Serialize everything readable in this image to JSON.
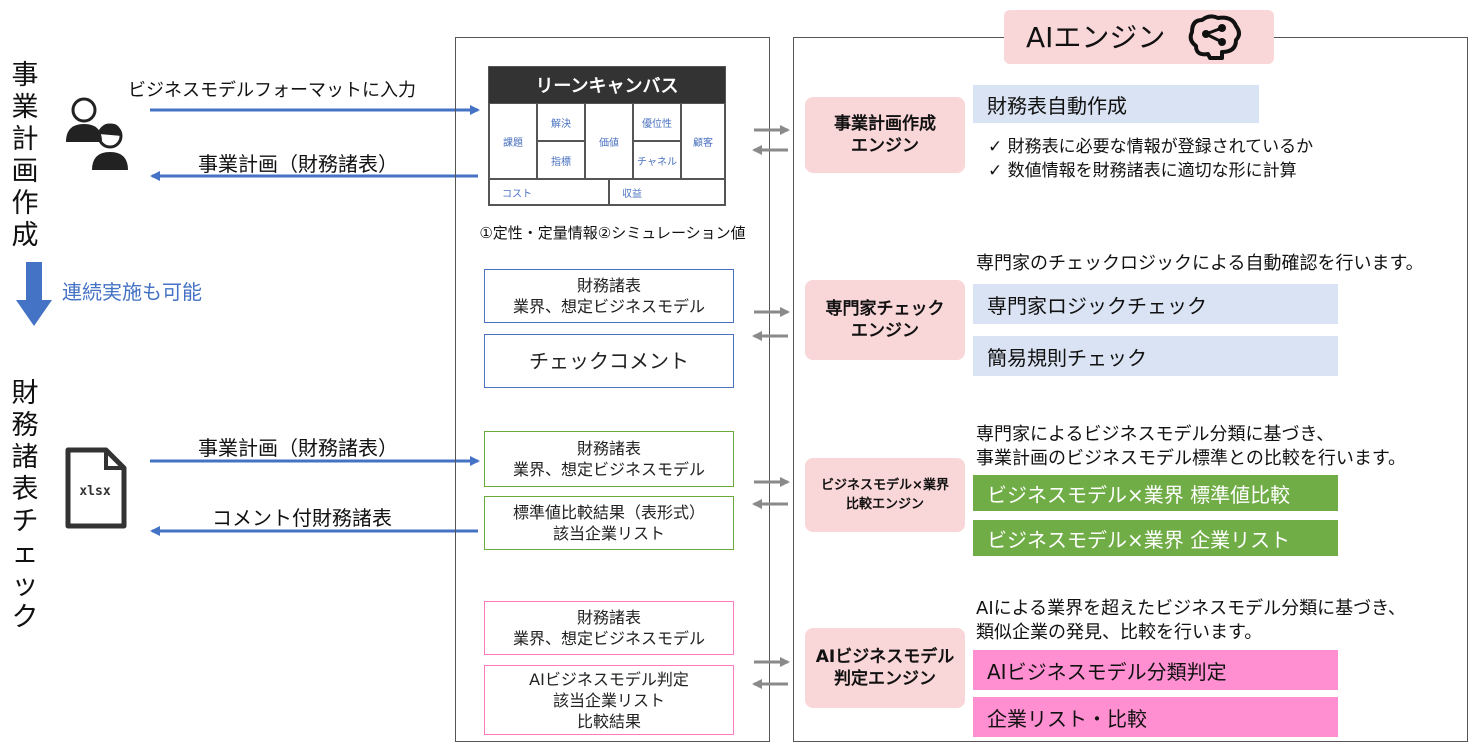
{
  "left_labels": {
    "plan_creation": "事\n業\n計\n画\n作\n成",
    "financial_check": "財\n務\n諸\n表\nチ\nェ\nッ\nク",
    "continuous": "連続実施も可能"
  },
  "arrows": {
    "input_format": "ビジネスモデルフォーマットに入力",
    "plan_out": "事業計画（財務諸表）",
    "plan_in": "事業計画（財務諸表）",
    "commented": "コメント付財務諸表"
  },
  "file_icon_text": "xlsx",
  "canvas": {
    "title": "リーンキャンバス",
    "cells": [
      "課題",
      "解決",
      "指標",
      "価値",
      "優位性",
      "チャネル",
      "顧客",
      "コスト",
      "収益"
    ],
    "caption": "①定性・定量情報②シミュレーション値"
  },
  "mid_boxes": {
    "expert_input": [
      "財務諸表",
      "業界、想定ビジネスモデル"
    ],
    "expert_output": "チェックコメント",
    "bm_input": [
      "財務諸表",
      "業界、想定ビジネスモデル"
    ],
    "bm_output": [
      "標準値比較結果（表形式）",
      "該当企業リスト"
    ],
    "ai_input": [
      "財務諸表",
      "業界、想定ビジネスモデル"
    ],
    "ai_output": [
      "AIビジネスモデル判定",
      "該当企業リスト",
      "比較結果"
    ]
  },
  "ai_engine": {
    "title": "AIエンジン",
    "icon": "brain-network-icon"
  },
  "engines": [
    {
      "line1": "事業計画作成",
      "line2": "エンジン"
    },
    {
      "line1": "専門家チェック",
      "line2": "エンジン"
    },
    {
      "line1": "ビジネスモデル×業界",
      "line2": "比較エンジン"
    },
    {
      "line1": "AIビジネスモデル",
      "line2": "判定エンジン"
    }
  ],
  "features": {
    "auto_financial": "財務表自動作成",
    "check1": "✓ 財務表に必要な情報が登録されているか",
    "check2": "✓ 数値情報を財務諸表に適切な形に計算",
    "expert_desc": "専門家のチェックロジックによる自動確認を行います。",
    "expert_logic": "専門家ロジックチェック",
    "simple_rule": "簡易規則チェック",
    "bm_desc1": "専門家によるビジネスモデル分類に基づき、",
    "bm_desc2": "事業計画のビジネスモデル標準との比較を行います。",
    "bm_standard": "ビジネスモデル×業界 標準値比較",
    "bm_companies": "ビジネスモデル×業界 企業リスト",
    "ai_desc1": "AIによる業界を超えたビジネスモデル分類に基づき、",
    "ai_desc2": "類似企業の発見、比較を行います。",
    "ai_classify": "AIビジネスモデル分類判定",
    "ai_companies": "企業リスト・比較"
  },
  "colors": {
    "arrow_blue": "#4472c4",
    "engine_pink": "#f9d6d8",
    "feature_light_blue": "#dae3f3",
    "feature_green": "#70ad47",
    "feature_pink": "#ff8fd0",
    "gray_arrow": "#8a8a8a"
  }
}
